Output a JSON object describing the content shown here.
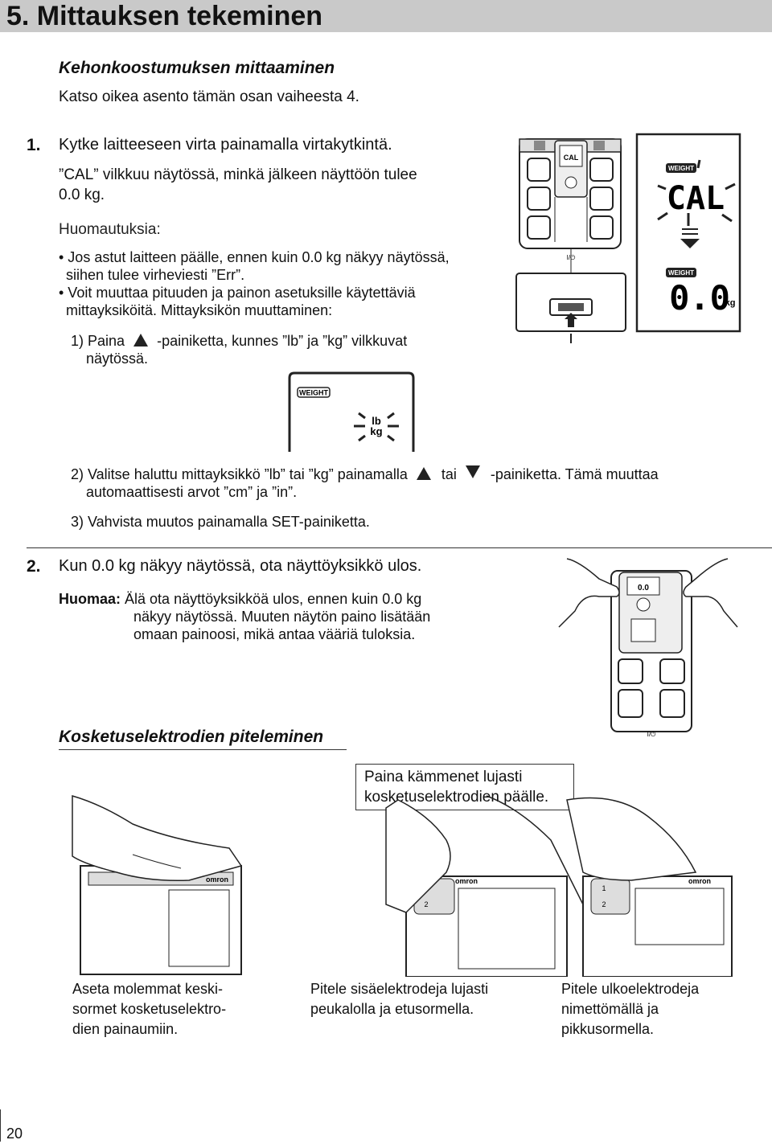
{
  "header": {
    "title": "5. Mittauksen tekeminen"
  },
  "section1": {
    "heading": "Kehonkoostumuksen mittaaminen",
    "intro": "Katso oikea asento tämän osan vaiheesta 4."
  },
  "step1": {
    "number": "1.",
    "title": "Kytke laitteeseen virta painamalla virtakytkintä.",
    "desc_line1": "”CAL” vilkkuu näytössä, minkä jälkeen näyttöön tulee",
    "desc_line2": "0.0 kg.",
    "notes_heading": "Huomautuksia:",
    "note1_line1": "• Jos astut laitteen päälle, ennen kuin 0.0 kg näkyy näytössä,",
    "note1_line2": "siihen tulee virheviesti ”Err”.",
    "note2_line1": "• Voit muuttaa pituuden ja painon asetuksille käytettäviä",
    "note2_line2": "mittayksiköitä. Mittayksikön muuttaminen:",
    "sub1_a": "1) Paina",
    "sub1_b": "-painiketta, kunnes ”lb” ja ”kg” vilkkuvat",
    "sub1_line2": "näytössä.",
    "sub2_a": "2) Valitse haluttu mittayksikkö ”lb” tai ”kg” painamalla",
    "sub2_tai": "tai",
    "sub2_b": "-painiketta. Tämä muuttaa",
    "sub2_line2": "automaattisesti arvot ”cm” ja ”in”.",
    "sub3": "3) Vahvista muutos painamalla SET-painiketta."
  },
  "display_labels": {
    "weight": "WEIGHT",
    "cal": "CAL",
    "zero": "0.0",
    "kg": "kg",
    "lb": "lb",
    "power": "I/⏻",
    "omron": "omron"
  },
  "step2": {
    "number": "2.",
    "title": "Kun 0.0 kg näkyy näytössä, ota näyttöyksikkö ulos.",
    "note_label": "Huomaa:",
    "note_line1": "Älä ota näyttöyksikköä ulos, ennen kuin 0.0 kg",
    "note_line2": "näkyy näytössä. Muuten näytön paino lisätään",
    "note_line3": "omaan painoosi, mikä antaa vääriä tuloksia."
  },
  "section2": {
    "heading": "Kosketuselektrodien piteleminen",
    "callout_line1": "Paina kämmenet lujasti",
    "callout_line2": "kosketuselektrodien päälle.",
    "caption1_line1": "Aseta molemmat keski-",
    "caption1_line2": "sormet kosketuselektro-",
    "caption1_line3": "dien painaumiin.",
    "caption2_line1": "Pitele sisäelektrodeja lujasti",
    "caption2_line2": "peukalolla ja etusormella.",
    "caption3_line1": "Pitele ulkoelektrodeja",
    "caption3_line2": "nimettömällä ja",
    "caption3_line3": "pikkusormella."
  },
  "footer": {
    "page_number": "20"
  }
}
